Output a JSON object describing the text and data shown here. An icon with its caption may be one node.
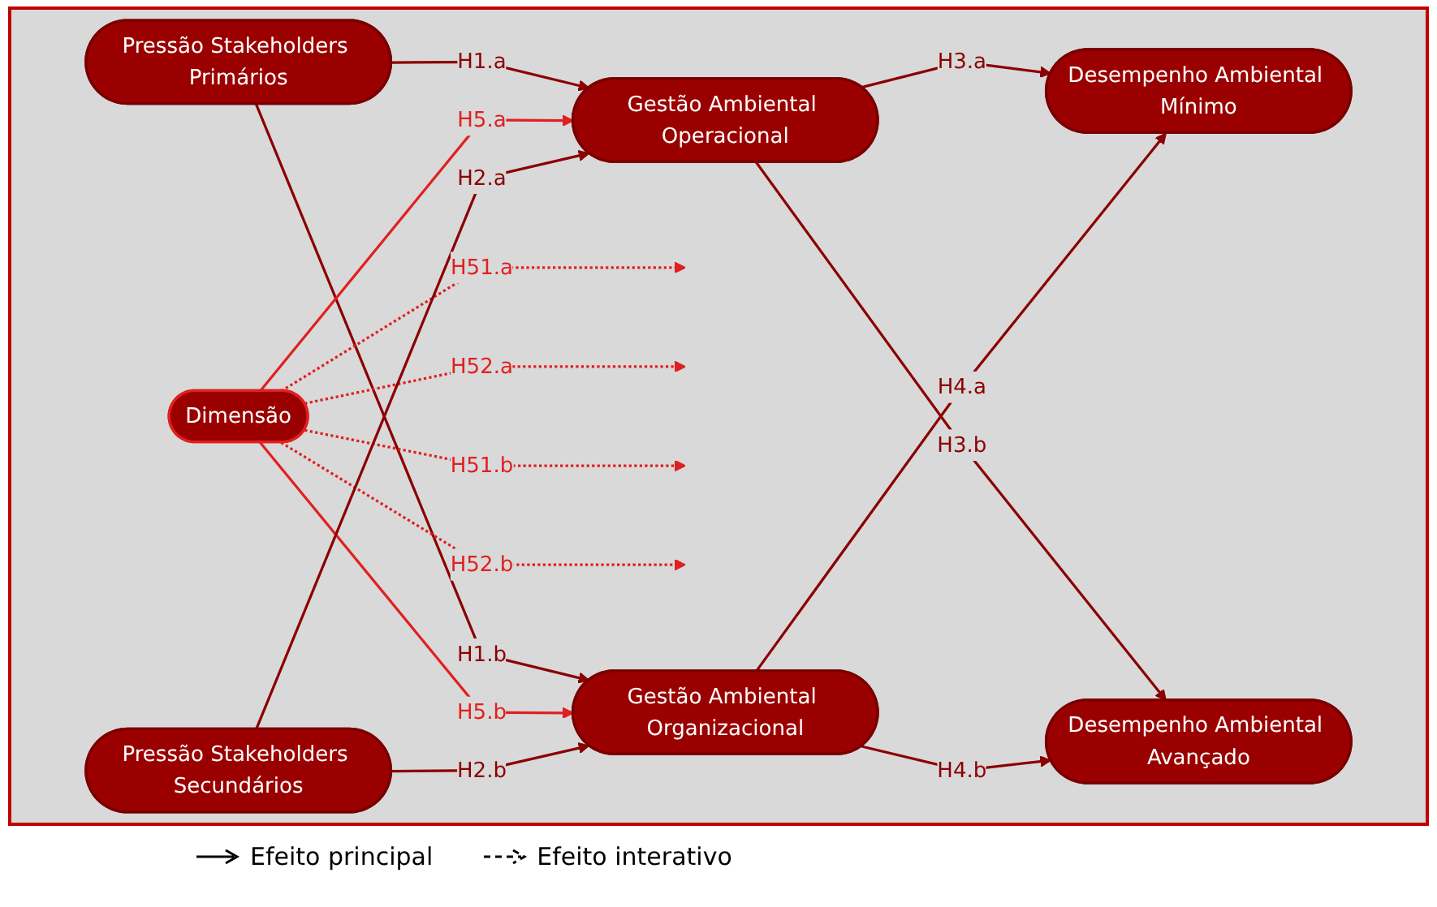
{
  "diagram": {
    "nodes": [
      {
        "text": [
          "Pressão Stakeholders Primários"
        ]
      },
      {
        "text": [
          "Dimensão"
        ]
      },
      {
        "text": [
          "Pressão Stakeholders Secundários"
        ]
      },
      {
        "text": [
          "Gestão Ambiental Operacional"
        ]
      },
      {
        "text": [
          "Gestão Ambiental Organizacional"
        ]
      },
      {
        "text": [
          "Desempenho Ambiental Mínimo"
        ]
      },
      {
        "text": [
          "Desempenho Ambiental Avançado"
        ]
      }
    ],
    "edges": [
      {
        "from": 0,
        "to": 3,
        "arrow": "to",
        "label": "H1.a"
      },
      {
        "from": 0,
        "to": 4,
        "arrow": "to",
        "label": "H1.b"
      },
      {
        "from": 1,
        "to": null,
        "arrow": "to",
        "label": "H51.a",
        "style": "dashed",
        "color": "#e02020"
      },
      {
        "from": 1,
        "to": null,
        "arrow": "to",
        "label": "H52.a",
        "style": "dashed",
        "color": "#e02020"
      },
      {
        "from": 1,
        "to": 3,
        "arrow": "to",
        "label": "H5.a",
        "color": "#e02020"
      },
      {
        "from": 1,
        "to": 4,
        "arrow": "to",
        "label": "H5.b",
        "color": "#e02020"
      },
      {
        "from": 1,
        "to": null,
        "arrow": "to",
        "label": "H51.b",
        "style": "dashed",
        "color": "#e02020"
      },
      {
        "from": 1,
        "to": null,
        "arrow": "to",
        "label": "H52.b",
        "style": "dashed",
        "color": "#e02020"
      },
      {
        "from": 2,
        "to": 3,
        "arrow": "to",
        "label": "H2.a"
      },
      {
        "from": 2,
        "to": 4,
        "arrow": "to",
        "label": "H2.b"
      },
      {
        "from": 3,
        "to": 5,
        "arrow": "to",
        "label": "H3.a"
      },
      {
        "from": 3,
        "to": 6,
        "arrow": "to",
        "label": "H3.b"
      },
      {
        "from": 4,
        "to": 5,
        "arrow": "to",
        "label": "H4.a"
      },
      {
        "from": 4,
        "to": 6,
        "arrow": "to",
        "label": "H4.b"
      }
    ],
    "legend": [
      {
        "text": "Efeito principal"
      },
      {
        "text": "Efeito interativo"
      }
    ]
  }
}
